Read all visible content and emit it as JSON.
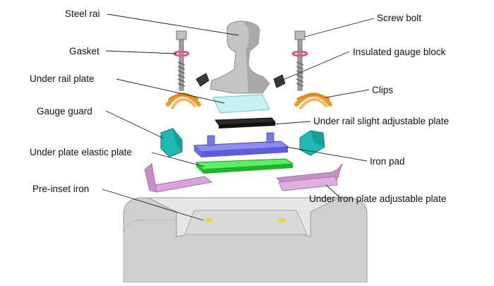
{
  "diagram": {
    "labels": {
      "steel_rail": "Steel rai",
      "screw_bolt": "Screw bolt",
      "gasket": "Gasket",
      "insulated_gauge_block": "Insulated gauge block",
      "under_rail_plate": "Under rail plate",
      "clips": "Clips",
      "gauge_guard": "Gauge guard",
      "under_rail_slight_adjustable_plate": "Under rail slight adjustable plate",
      "under_plate_elastic_plate": "Under plate elastic plate",
      "iron_pad": "Iron pad",
      "pre_inset_iron": "Pre-inset iron",
      "under_iron_plate_adjustable_plate": "Under iron plate adjustable plate"
    },
    "colors": {
      "rail": "#c8c8c8",
      "clips": "#e8a23a",
      "gasket": "#e0507a",
      "under_rail_plate": "#bfeff0",
      "slight_adjustable_plate": "#2a2a2a",
      "iron_pad": "#7a78e8",
      "elastic_plate": "#3ee84a",
      "gauge_guard": "#1fb5b0",
      "adjustable_plate": "#d8a0d8",
      "sleeper": "#d0d0d0"
    }
  }
}
